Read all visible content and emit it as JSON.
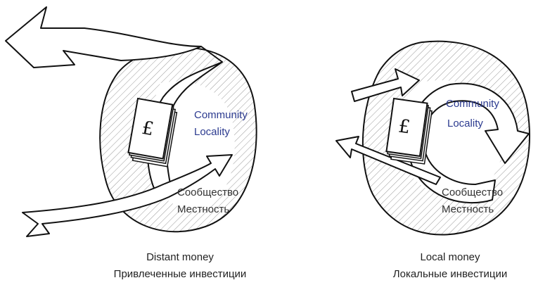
{
  "colors": {
    "ink": "#111111",
    "label_en": "#2b3a8f",
    "label_ru": "#333333",
    "paper": "#ffffff"
  },
  "icons": {
    "money_stack": "pound-note-stack-icon"
  },
  "left_panel": {
    "symbol": "£",
    "label_en_1": "Community",
    "label_en_2": "Locality",
    "label_ru_1": "Сообщество",
    "label_ru_2": "Местность",
    "caption_en": "Distant money",
    "caption_ru": "Привлеченные инвестиции"
  },
  "right_panel": {
    "symbol": "£",
    "label_en_1": "Community",
    "label_en_2": "Locality",
    "label_ru_1": "Сообщество",
    "label_ru_2": "Местность",
    "caption_en": "Local money",
    "caption_ru": "Локальные инвестиции"
  }
}
